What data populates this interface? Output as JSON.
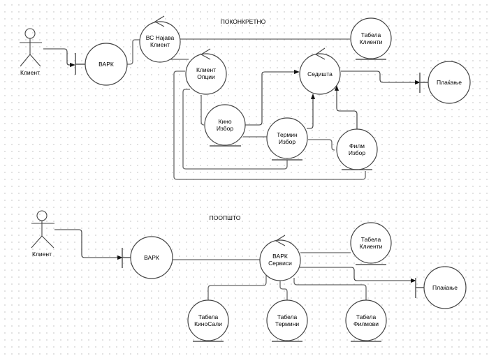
{
  "sections": [
    {
      "id": "concrete",
      "title": "ПОКОНКРЕТНО",
      "actor": {
        "label": "Клиент"
      },
      "nodes": [
        {
          "id": "vapk1",
          "type": "boundary",
          "label": [
            "ВАРК"
          ]
        },
        {
          "id": "bcnajava",
          "type": "control",
          "label": [
            "ВС Најава",
            "Клиент"
          ]
        },
        {
          "id": "tabklienti1",
          "type": "entity",
          "label": [
            "Табела",
            "Клиенти"
          ]
        },
        {
          "id": "klientopcii",
          "type": "control",
          "label": [
            "Клиент",
            "Опции"
          ]
        },
        {
          "id": "sedista",
          "type": "control",
          "label": [
            "Седишта"
          ]
        },
        {
          "id": "plakanje1",
          "type": "boundary",
          "label": [
            "Плаќање"
          ]
        },
        {
          "id": "kinoizbor",
          "type": "entity",
          "label": [
            "Кино",
            "Избор"
          ]
        },
        {
          "id": "terminizbor",
          "type": "entity",
          "label": [
            "Термин",
            "Избор"
          ]
        },
        {
          "id": "filmizbor",
          "type": "entity",
          "label": [
            "Филм",
            "Избор"
          ]
        }
      ],
      "edges": [
        {
          "from": "actor",
          "to": "vapk1",
          "arrow": true
        },
        {
          "from": "vapk1",
          "to": "bcnajava",
          "arrow": false
        },
        {
          "from": "bcnajava",
          "to": "tabklienti1",
          "arrow": false
        },
        {
          "from": "bcnajava",
          "to": "klientopcii",
          "arrow": false
        },
        {
          "from": "klientopcii",
          "to": "kinoizbor",
          "arrow": false
        },
        {
          "from": "klientopcii",
          "to": "terminizbor",
          "arrow": false
        },
        {
          "from": "klientopcii",
          "to": "filmizbor",
          "arrow": false
        },
        {
          "from": "kinoizbor",
          "to": "sedista",
          "arrow": true
        },
        {
          "from": "kinoizbor",
          "to": "terminizbor",
          "arrow": false
        },
        {
          "from": "terminizbor",
          "to": "sedista",
          "arrow": true
        },
        {
          "from": "terminizbor",
          "to": "filmizbor",
          "arrow": false
        },
        {
          "from": "filmizbor",
          "to": "sedista",
          "arrow": true
        },
        {
          "from": "sedista",
          "to": "plakanje1",
          "arrow": true
        }
      ]
    },
    {
      "id": "general",
      "title": "ПООПШТО",
      "actor": {
        "label": "Клиент"
      },
      "nodes": [
        {
          "id": "vapk2",
          "type": "boundary",
          "label": [
            "ВАРК"
          ]
        },
        {
          "id": "vapkservisi",
          "type": "control",
          "label": [
            "ВАРК",
            "Сервиси"
          ]
        },
        {
          "id": "tabklienti2",
          "type": "entity",
          "label": [
            "Табела",
            "Клиенти"
          ]
        },
        {
          "id": "plakanje2",
          "type": "boundary",
          "label": [
            "Плаќање"
          ]
        },
        {
          "id": "tabkinosali",
          "type": "entity",
          "label": [
            "Табела",
            "КиноСали"
          ]
        },
        {
          "id": "tabtermini",
          "type": "entity",
          "label": [
            "Табела",
            "Термини"
          ]
        },
        {
          "id": "tabfilmovi",
          "type": "entity",
          "label": [
            "Табела",
            "Филмови"
          ]
        }
      ],
      "edges": [
        {
          "from": "actor",
          "to": "vapk2",
          "arrow": true
        },
        {
          "from": "vapk2",
          "to": "vapkservisi",
          "arrow": false
        },
        {
          "from": "vapkservisi",
          "to": "tabklienti2",
          "arrow": false
        },
        {
          "from": "vapkservisi",
          "to": "plakanje2",
          "arrow": true
        },
        {
          "from": "vapkservisi",
          "to": "tabkinosali",
          "arrow": false
        },
        {
          "from": "vapkservisi",
          "to": "tabtermini",
          "arrow": false
        },
        {
          "from": "vapkservisi",
          "to": "tabfilmovi",
          "arrow": false
        }
      ]
    }
  ]
}
